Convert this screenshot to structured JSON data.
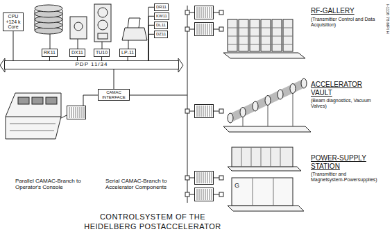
{
  "diagram": {
    "title": "CONTROLSYSTEM OF THE HEIDELBERG POSTACCELERATOR",
    "nodes": [
      {
        "text": [
          "CPU +124 k Core"
        ]
      },
      {
        "text": [
          "RK11"
        ]
      },
      {
        "text": [
          "DX11"
        ]
      },
      {
        "text": [
          "TU10"
        ]
      },
      {
        "text": [
          "LP-11"
        ]
      },
      {
        "text": [
          "DR11"
        ]
      },
      {
        "text": [
          "KW11"
        ]
      },
      {
        "text": [
          "DL11"
        ]
      },
      {
        "text": [
          "DZ11"
        ]
      },
      {
        "text": [
          "PDP 11/34"
        ]
      },
      {
        "text": [
          "CAMAC INTERFACE"
        ]
      }
    ],
    "edges": [
      {
        "from": 0,
        "to": 9,
        "arrow": "none"
      },
      {
        "from": 1,
        "to": 9,
        "arrow": "none"
      },
      {
        "from": 2,
        "to": 9,
        "arrow": "none"
      },
      {
        "from": 3,
        "to": 9,
        "arrow": "none"
      },
      {
        "from": 4,
        "to": 9,
        "arrow": "none"
      },
      {
        "from": 5,
        "to": 9,
        "arrow": "none"
      },
      {
        "from": 6,
        "to": 9,
        "arrow": "none"
      },
      {
        "from": 7,
        "to": 9,
        "arrow": "none"
      },
      {
        "from": 8,
        "to": 9,
        "arrow": "none"
      },
      {
        "from": 9,
        "to": 10,
        "arrow": "none"
      }
    ],
    "labels": [
      "Parallel CAMAC-Branch to Operator's Console",
      "Serial CAMAC-Branch to Accelerator Components",
      "RF-GALLERY",
      "(Transmitter Control and Data Acquisition)",
      "ACCELERATOR VAULT",
      "(Beam diagnostics, Vacuum Valves)",
      "POWER-SUPPLY STATION",
      "(Transmitter and Magnetsystem-Powersupplies)",
      "I-1118 78 MPI H",
      "G"
    ]
  }
}
